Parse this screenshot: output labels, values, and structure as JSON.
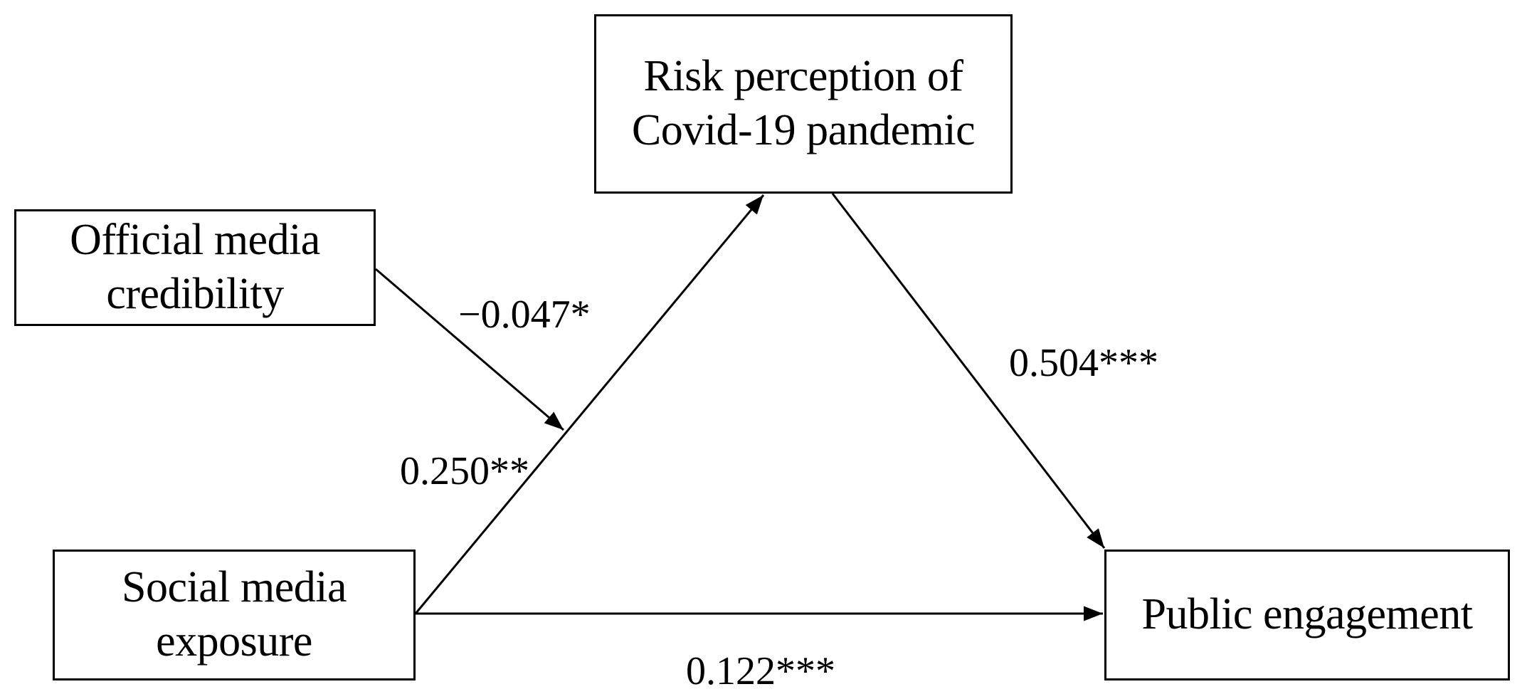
{
  "nodes": {
    "risk_perception": {
      "line1": "Risk perception of",
      "line2": "Covid-19 pandemic"
    },
    "official_media": {
      "line1": "Official media",
      "line2": "credibility"
    },
    "social_media": {
      "line1": "Social media",
      "line2": "exposure"
    },
    "public_engagement": {
      "line1": "Public engagement"
    }
  },
  "coefficients": {
    "moderation": "−0.047*",
    "social_to_risk": "0.250**",
    "risk_to_public": "0.504***",
    "social_to_public": "0.122***"
  }
}
